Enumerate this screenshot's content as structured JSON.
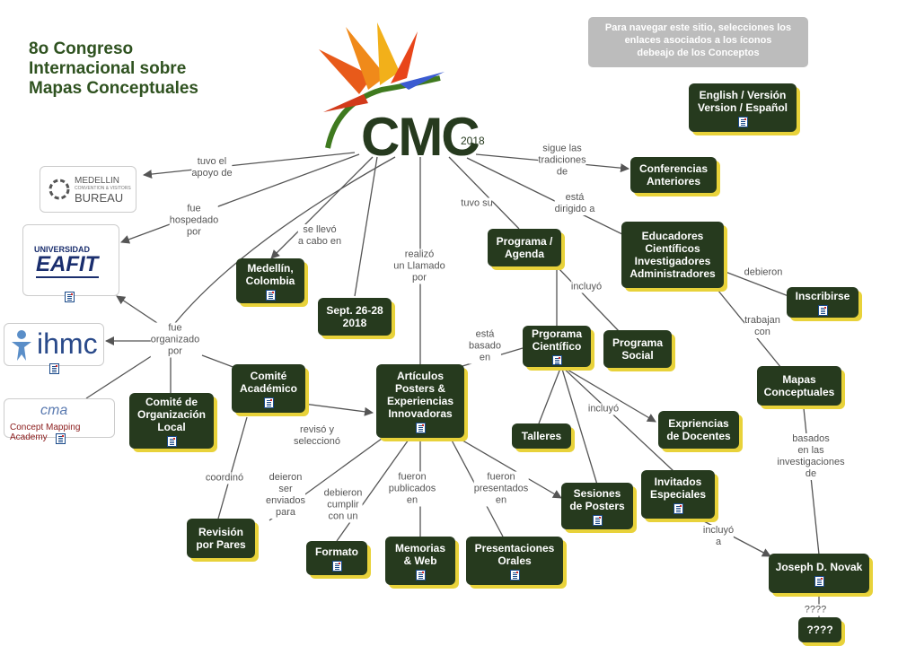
{
  "title": "8o Congreso\nInternacional sobre\nMapas Conceptuales",
  "hint": "Para navegar este sitio, selecciones los\nenlaces asociados a los íconos\ndebeajo de los Conceptos",
  "cmc": {
    "text": "CMC",
    "year": "2018"
  },
  "logos": {
    "medellin": {
      "line1": "MEDELLIN",
      "line2": "CONVENTION & VISITORS",
      "line3": "BUREAU"
    },
    "eafit": {
      "line1": "UNIVERSIDAD",
      "line2": "EAFIT"
    },
    "ihmc": {
      "text": "ihmc"
    },
    "cma": {
      "mark": "cma",
      "text": "Concept Mapping Academy"
    }
  },
  "nodes": {
    "english": "English / Versión\nVersion / Español",
    "conferencias": "Conferencias\nAnteriores",
    "educadores": "Educadores\nCientíficos\nInvestigadores\nAdministradores",
    "inscribirse": "Inscribirse",
    "programa": "Programa /\nAgenda",
    "medellin": "Medellín,\nColombia",
    "sept": "Sept. 26-28\n2018",
    "programa_cientifico": "Prgorama\nCientífico",
    "programa_social": "Programa\nSocial",
    "mapas": "Mapas\nConceptuales",
    "comite_academico": "Comité\nAcadémico",
    "comite_organizacion": "Comité de\nOrganización\nLocal",
    "articulos": "Artículos\nPosters &\nExperiencias\nInnovadoras",
    "talleres": "Talleres",
    "experiencias_docentes": "Expriencias\nde Docentes",
    "sesiones": "Sesiones\nde Posters",
    "invitados": "Invitados\nEspeciales",
    "revision": "Revisión\npor Pares",
    "formato": "Formato",
    "memorias": "Memorias\n& Web",
    "presentaciones": "Presentaciones\nOrales",
    "novak": "Joseph D. Novak",
    "unknown": "????"
  },
  "links": {
    "tuvo_apoyo": "tuvo el\napoyo de",
    "hospedado": "fue\nhospedado\npor",
    "llevo": "se llevó\na cabo en",
    "realizo": "realizó\nun Llamado\npor",
    "tuvo_su": "tuvo su",
    "sigue": "sigue las\ntradiciones\nde",
    "dirigido": "está\ndirigido a",
    "debieron": "debieron",
    "incluyo1": "incluyó",
    "trabajan": "trabajan\ncon",
    "basado": "está\nbasado\nen",
    "organizado": "fue\norganizado\npor",
    "incluyo2": "incluyó",
    "reviso": "revisó y\nseleccionó",
    "coordino": "coordinó",
    "enviados": "deieron\nser\nenviados\npara",
    "cumplir": "debieron\ncumplir\ncon un",
    "publicados": "fueron\npublicados\nen",
    "presentados": "fueron\npresentados\nen",
    "basados": "basados\nen las\ninvestigaciones\nde",
    "incluyo3": "incluyó\na",
    "unknown": "????"
  },
  "colors": {
    "node": "#263a1e",
    "shadow": "#e8d23a",
    "title": "#2f5220",
    "link": "#555555"
  }
}
